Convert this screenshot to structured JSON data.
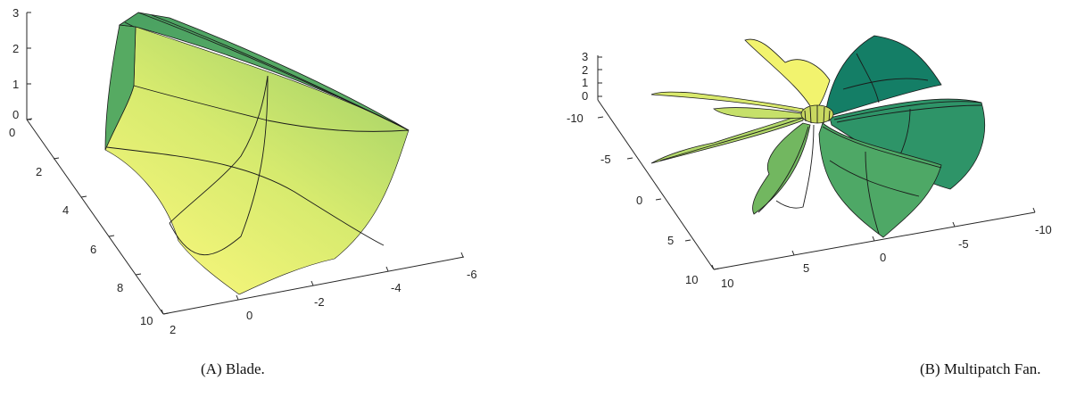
{
  "figures": [
    {
      "id": "a",
      "caption_label": "(A)",
      "caption_text": "Blade.",
      "tick_labels": {
        "z": [
          "3",
          "2",
          "1",
          "0"
        ],
        "x": [
          "0",
          "2",
          "4",
          "6",
          "8",
          "10"
        ],
        "y": [
          "2",
          "0",
          "-2",
          "-4",
          "-6"
        ]
      }
    },
    {
      "id": "b",
      "caption_label": "(B)",
      "caption_text": "Multipatch Fan.",
      "tick_labels": {
        "z": [
          "3",
          "2",
          "1",
          "0"
        ],
        "x": [
          "-10",
          "-5",
          "0",
          "5",
          "10"
        ],
        "y": [
          "10",
          "5",
          "0",
          "-5",
          "-10"
        ]
      }
    }
  ],
  "colors": {
    "yellow": "#eef27a",
    "yellow_green": "#c9e06a",
    "green_light": "#8fc661",
    "green_mid": "#5daf63",
    "teal": "#1d8a6a",
    "teal_dark": "#137a63",
    "edge": "#1a1a1a"
  }
}
